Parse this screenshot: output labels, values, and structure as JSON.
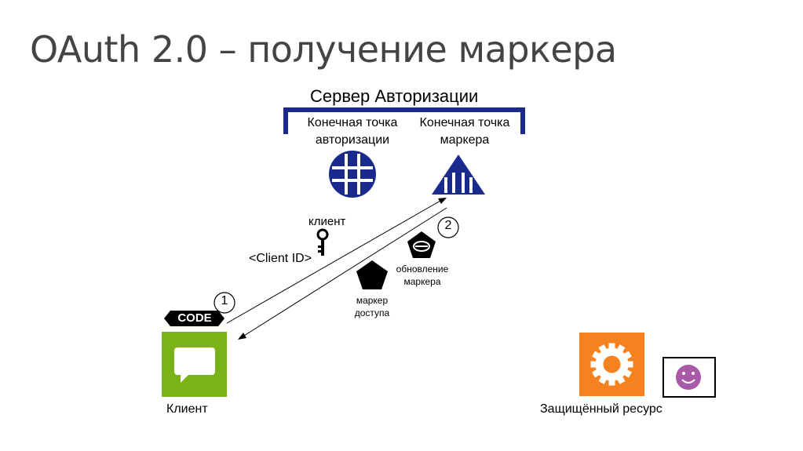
{
  "title": "OAuth 2.0 – получение маркера",
  "server": {
    "title": "Сервер Авторизации",
    "auth_endpoint": [
      "Конечная точка",
      "авторизации"
    ],
    "token_endpoint": [
      "Конечная точка",
      "маркера"
    ]
  },
  "client_key_label": "клиент",
  "client_id_label": "<Client ID>",
  "code_badge": "CODE",
  "step1": "1",
  "step2": "2",
  "refresh_token_label": [
    "обновление",
    "маркера"
  ],
  "access_token_label": [
    "маркер",
    "доступа"
  ],
  "client_label": "Клиент",
  "resource_label": "Защищённый ресурс",
  "colors": {
    "navy": "#1a2a8c",
    "green": "#7ab317",
    "orange": "#f5821f",
    "purple": "#a85aa8"
  }
}
